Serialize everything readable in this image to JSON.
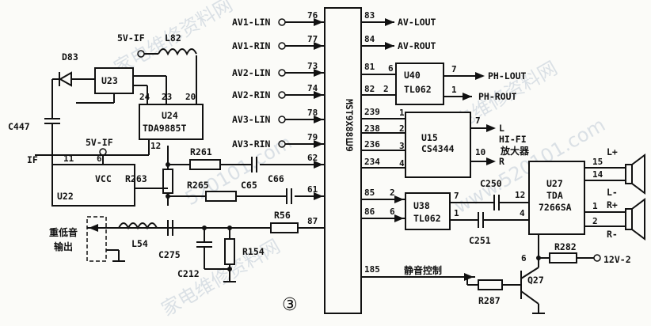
{
  "figure_number": "③",
  "chips": {
    "u9": {
      "ref": "U9",
      "part": "MST9X88L"
    },
    "u40": {
      "ref": "U40",
      "part": "TL062"
    },
    "u15": {
      "ref": "U15",
      "part": "CS4344"
    },
    "u38": {
      "ref": "U38",
      "part": "TL062"
    },
    "u27": {
      "ref": "U27",
      "part": "TDA",
      "part2": "7266SA"
    },
    "u24": {
      "ref": "U24",
      "part": "TDA9885T"
    },
    "u23": {
      "ref": "U23"
    },
    "u22": {
      "ref": "U22",
      "pin_label": "VCC"
    }
  },
  "inputs": [
    {
      "label": "AV1-LIN",
      "pin": "76"
    },
    {
      "label": "AV1-RIN",
      "pin": "77"
    },
    {
      "label": "AV2-LIN",
      "pin": "73"
    },
    {
      "label": "AV2-RIN",
      "pin": "74"
    },
    {
      "label": "AV3-LIN",
      "pin": "78"
    },
    {
      "label": "AV3-RIN",
      "pin": "79"
    }
  ],
  "outputs": [
    {
      "pin": "83",
      "label": "AV-LOUT"
    },
    {
      "pin": "84",
      "label": "AV-ROUT"
    }
  ],
  "u9_pins": {
    "p81": "81",
    "p82": "82",
    "p239": "239",
    "p238": "238",
    "p236": "236",
    "p234": "234",
    "p85": "85",
    "p86": "86",
    "p185": "185",
    "p62": "62",
    "p61": "61",
    "p87": "87"
  },
  "u40_pins": {
    "in1": "6",
    "in2": "2",
    "out1": "7",
    "out2": "1"
  },
  "u40_outputs": [
    "PH-LOUT",
    "PH-ROUT"
  ],
  "u15_pins": {
    "a": "1",
    "b": "2",
    "c": "3",
    "d": "4",
    "e": "7",
    "f": "10"
  },
  "u15_outputs": {
    "l": "L",
    "hifi": "HI-FI",
    "amp": "放大器",
    "r": "R"
  },
  "u38_pins": {
    "a": "2",
    "b": "6",
    "c": "7",
    "d": "1"
  },
  "u27_pins": {
    "p12": "12",
    "p4": "4",
    "p15": "15",
    "p14": "14",
    "p1": "1",
    "p2": "2"
  },
  "speaker_labels": {
    "lp": "L+",
    "lm": "L-",
    "rp": "R+",
    "rm": "R-"
  },
  "u24_pins": {
    "p24": "24",
    "p23": "23",
    "p20": "20",
    "p12": "12"
  },
  "u22_pins": {
    "p11": "11",
    "p6": "6"
  },
  "components": {
    "d83": "D83",
    "l82": "L82",
    "c447": "C447",
    "r261": "R261",
    "r263": "R263",
    "r265": "R265",
    "c65": "C65",
    "c66": "C66",
    "r56": "R56",
    "l54": "L54",
    "c275": "C275",
    "c212": "C212",
    "r154": "R154",
    "c250": "C250",
    "c251": "C251",
    "r282": "R282",
    "r287": "R287",
    "q27": "Q27",
    "if": "IF"
  },
  "supplies": {
    "v5_top": "5V-IF",
    "v5_u22": "5V-IF",
    "v12": "12V-2"
  },
  "q27_pin": "6",
  "mute_label": "静音控制",
  "sub_label_1": "重低音",
  "sub_label_2": "输出",
  "watermarks": [
    "家电维修资料网",
    "520101.com",
    "家电维修资料网",
    "www.520101.com",
    "家电维修资料网"
  ]
}
